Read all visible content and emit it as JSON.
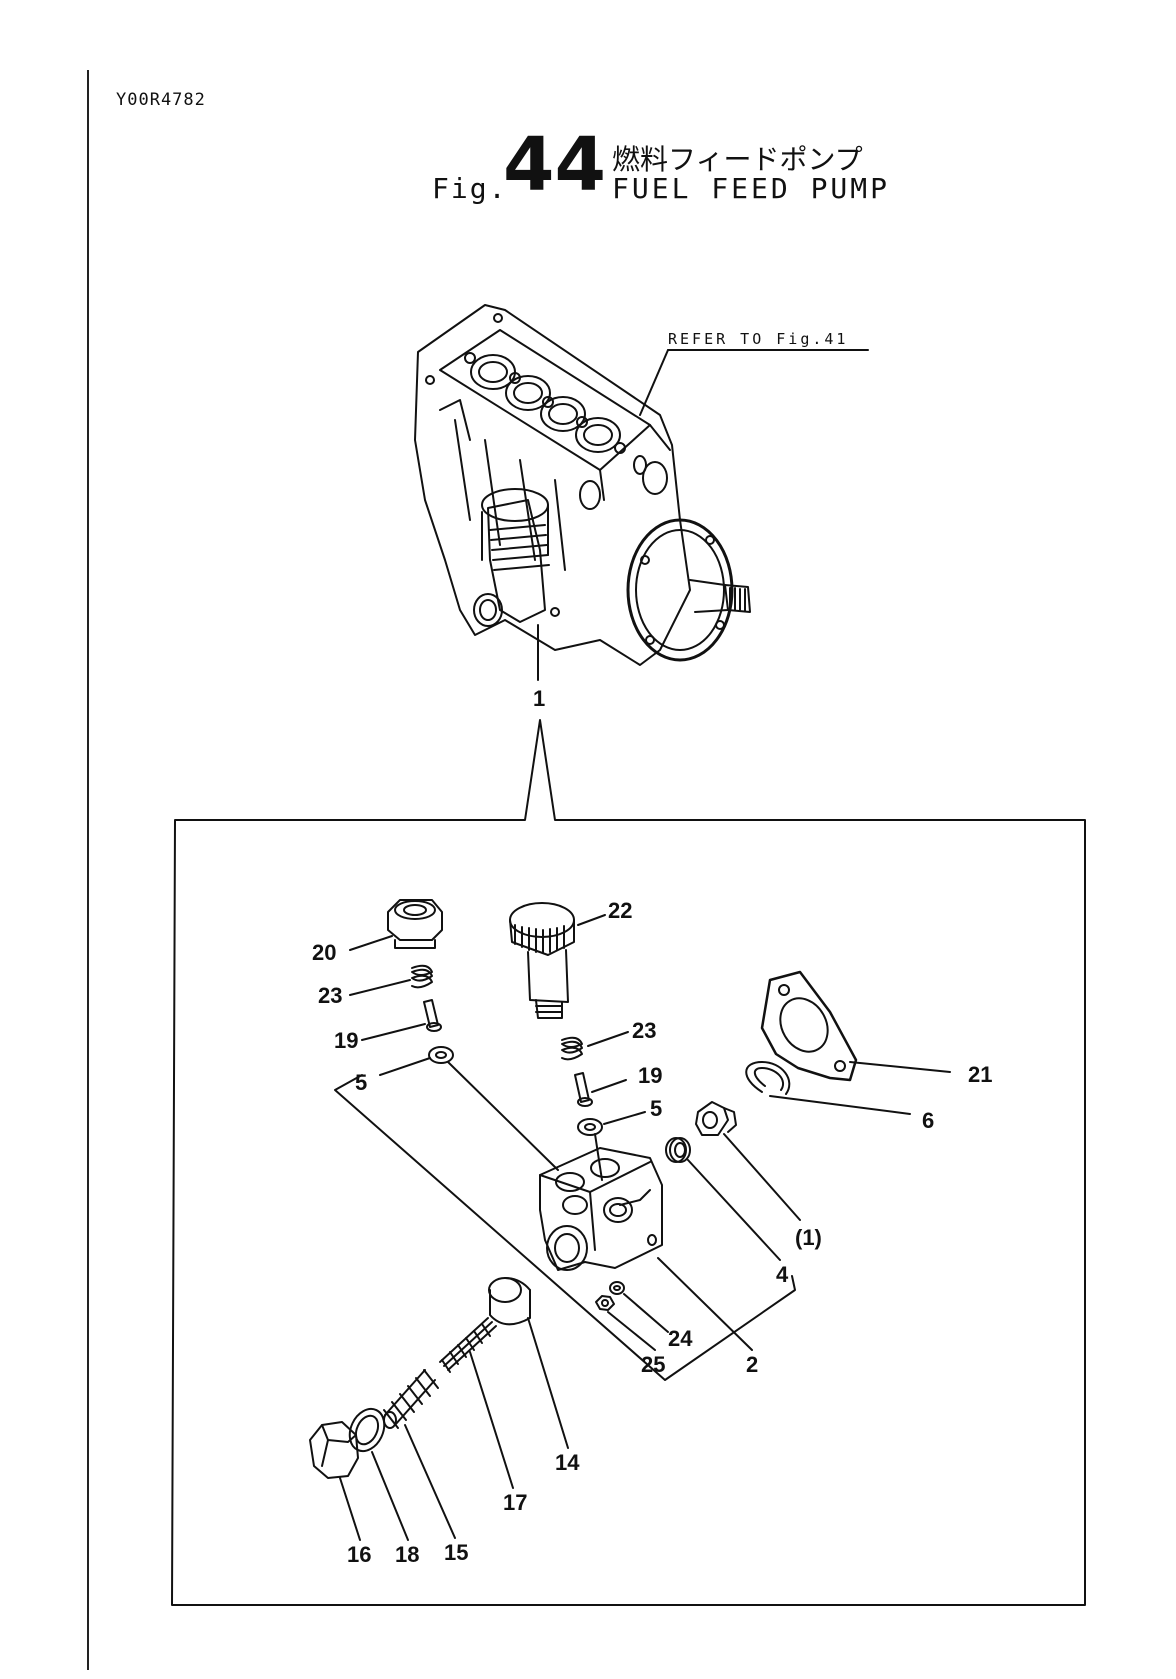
{
  "document": {
    "code": "Y00R4782",
    "figure_prefix": "Fig.",
    "figure_number": "44",
    "title_jp": "燃料フィードポンプ",
    "title_en": "FUEL FEED PUMP",
    "reference_note": "REFER TO Fig.41"
  },
  "callouts": {
    "p1": "1",
    "p2": "2",
    "p4": "4",
    "p5a": "5",
    "p5b": "5",
    "p6": "6",
    "p1_paren": "(1)",
    "p14": "14",
    "p15": "15",
    "p16": "16",
    "p17": "17",
    "p18": "18",
    "p19a": "19",
    "p19b": "19",
    "p20": "20",
    "p21": "21",
    "p22": "22",
    "p23a": "23",
    "p23b": "23",
    "p24": "24",
    "p25": "25"
  }
}
